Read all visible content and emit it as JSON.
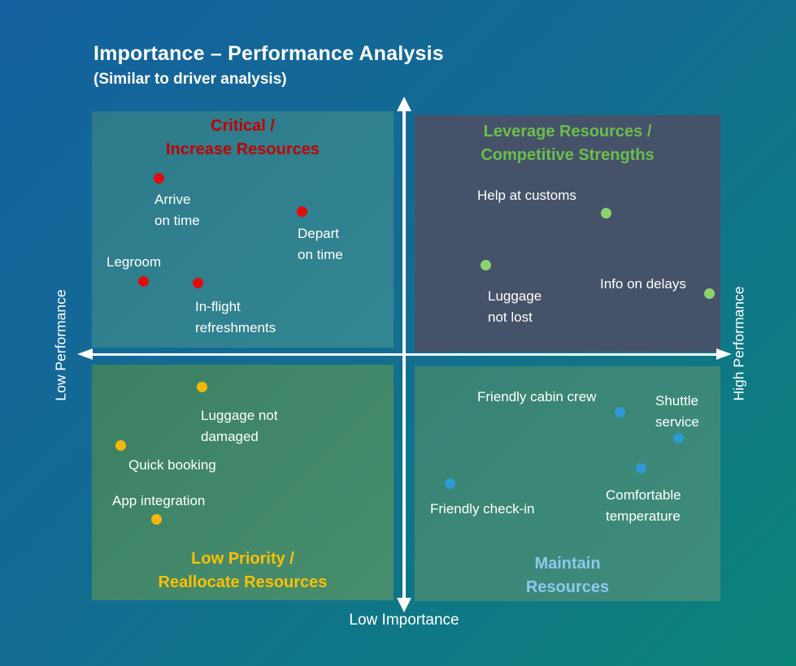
{
  "header": {
    "title": "Importance – Performance Analysis",
    "subtitle": "(Similar to driver analysis)"
  },
  "axes": {
    "left": "Low Performance",
    "right": "High Performance",
    "bottom": "Low Importance"
  },
  "colors": {
    "background_start": "#15619f",
    "background_end": "#0b8478",
    "axis": "#ffffff",
    "quadrant_top_left_bg": "#2f7e8c",
    "quadrant_top_right_bg": "#46526a",
    "quadrant_bottom_left_bg": "#3f8466",
    "quadrant_bottom_right_bg": "#3a8777",
    "critical_title": "#c00000",
    "critical_dot": "#e00d0d",
    "leverage_title": "#6abf4b",
    "leverage_dot": "#8cd46e",
    "low_priority_title": "#ffc000",
    "low_priority_dot": "#f2b70a",
    "maintain_title": "#8fc8eb",
    "maintain_dot": "#2d9ad3"
  },
  "quadrants": {
    "top_left": {
      "title": "Critical /\nIncrease Resources",
      "points": {
        "arrive": "Arrive\non time",
        "depart": "Depart\non time",
        "legroom": "Legroom",
        "inflight": "In-flight\nrefreshments"
      }
    },
    "top_right": {
      "title": "Leverage Resources /\nCompetitive Strengths",
      "points": {
        "customs": "Help at customs",
        "luggage_not_lost": "Luggage\nnot lost",
        "delays": "Info on delays"
      }
    },
    "bottom_left": {
      "title": "Low Priority /\nReallocate Resources",
      "points": {
        "luggage_not_damaged": "Luggage not\ndamaged",
        "quick_booking": "Quick booking",
        "app_integration": "App integration"
      }
    },
    "bottom_right": {
      "title": "Maintain\nResources",
      "points": {
        "cabin_crew": "Friendly cabin crew",
        "shuttle": "Shuttle\nservice",
        "temperature": "Comfortable\ntemperature",
        "checkin": "Friendly check-in"
      }
    }
  },
  "chart_data": {
    "type": "scatter",
    "title": "Importance – Performance Analysis",
    "subtitle": "(Similar to driver analysis)",
    "axis_labels": {
      "left": "Low Performance",
      "right": "High Performance",
      "bottom": "Low Importance"
    },
    "x_dimension": "Importance (0-100, estimated from position)",
    "y_dimension": "Performance (0-100, estimated from position)",
    "grid": false,
    "legend": false,
    "series": [
      {
        "name": "Critical / Increase Resources",
        "color": "#e00d0d",
        "points": [
          {
            "label": "Arrive on time",
            "importance": 12,
            "performance": 84
          },
          {
            "label": "Depart on time",
            "importance": 34,
            "performance": 78
          },
          {
            "label": "Legroom",
            "importance": 10,
            "performance": 64
          },
          {
            "label": "In-flight refreshments",
            "importance": 19,
            "performance": 64
          }
        ]
      },
      {
        "name": "Leverage Resources / Competitive Strengths",
        "color": "#8cd46e",
        "points": [
          {
            "label": "Help at customs",
            "importance": 81,
            "performance": 77
          },
          {
            "label": "Luggage not lost",
            "importance": 62,
            "performance": 67
          },
          {
            "label": "Info on delays",
            "importance": 97,
            "performance": 62
          }
        ]
      },
      {
        "name": "Low Priority / Reallocate Resources",
        "color": "#f2b70a",
        "points": [
          {
            "label": "Luggage not damaged",
            "importance": 19,
            "performance": 44
          },
          {
            "label": "Quick booking",
            "importance": 7,
            "performance": 32
          },
          {
            "label": "App integration",
            "importance": 12,
            "performance": 18
          }
        ]
      },
      {
        "name": "Maintain Resources",
        "color": "#2d9ad3",
        "points": [
          {
            "label": "Friendly cabin crew",
            "importance": 83,
            "performance": 39
          },
          {
            "label": "Shuttle service",
            "importance": 92,
            "performance": 34
          },
          {
            "label": "Comfortable temperature",
            "importance": 86,
            "performance": 28
          },
          {
            "label": "Friendly check-in",
            "importance": 57,
            "performance": 25
          }
        ]
      }
    ]
  }
}
